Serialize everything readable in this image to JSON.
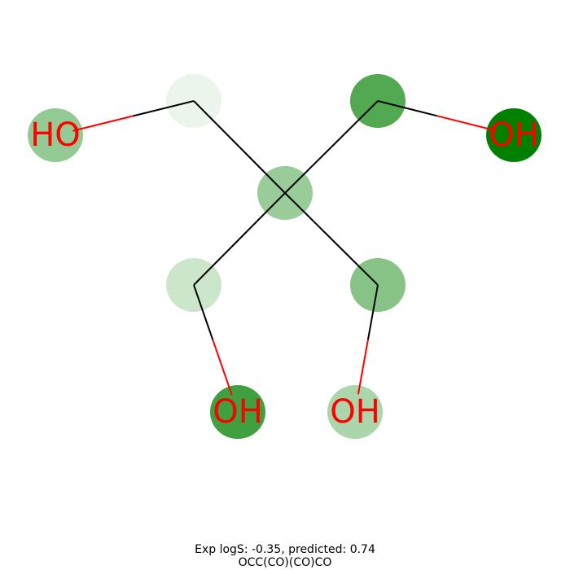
{
  "molecule": {
    "smiles": "OCC(CO)(CO)CO",
    "atoms": [
      {
        "id": "O1",
        "label": "HO",
        "importance": 0.42
      },
      {
        "id": "C1",
        "label": "",
        "importance": 0.08
      },
      {
        "id": "C_center",
        "label": "",
        "importance": 0.4
      },
      {
        "id": "C2",
        "label": "",
        "importance": 0.68
      },
      {
        "id": "O2",
        "label": "OH",
        "importance": 1.0
      },
      {
        "id": "C3",
        "label": "",
        "importance": 0.2
      },
      {
        "id": "O3",
        "label": "OH",
        "importance": 0.75
      },
      {
        "id": "C4",
        "label": "",
        "importance": 0.47
      },
      {
        "id": "O4",
        "label": "OH",
        "importance": 0.33
      }
    ],
    "bonds": [
      {
        "from": "O1",
        "to": "C1"
      },
      {
        "from": "C1",
        "to": "C_center"
      },
      {
        "from": "C_center",
        "to": "C2"
      },
      {
        "from": "C2",
        "to": "O2"
      },
      {
        "from": "C_center",
        "to": "C3"
      },
      {
        "from": "C3",
        "to": "O3"
      },
      {
        "from": "C_center",
        "to": "C4"
      },
      {
        "from": "C4",
        "to": "O4"
      }
    ]
  },
  "colors": {
    "highlight_full": "#008000",
    "highlight_empty": "#ffffff",
    "bond_carbon": "#000000",
    "heteroatom_oxygen": "#ff0000"
  },
  "caption": {
    "line1": "Exp logS: -0.35, predicted: 0.74",
    "line2": "OCC(CO)(CO)CO"
  }
}
